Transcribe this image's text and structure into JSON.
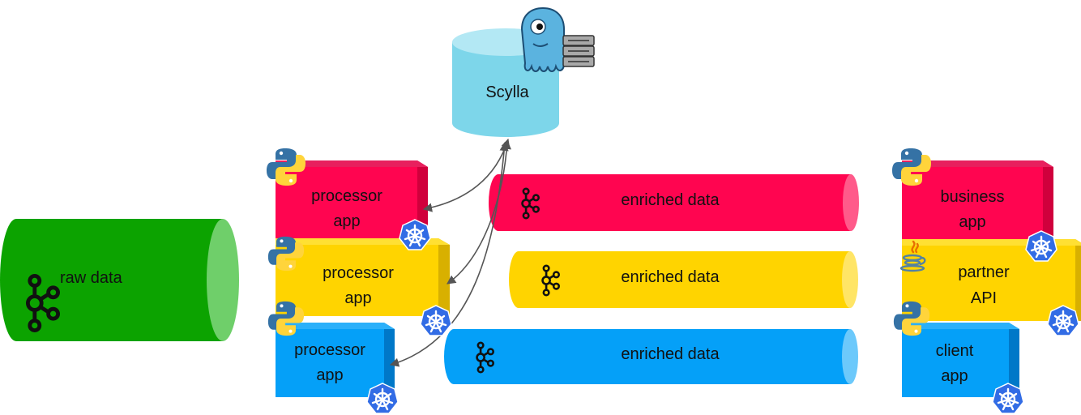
{
  "colors": {
    "raw": "#0ca300",
    "raw_cap": "#6fcf6a",
    "red": "#ff0550",
    "red_cap": "#ff5a8a",
    "red_side": "#d0003c",
    "yellow": "#ffd400",
    "yellow_cap": "#ffe566",
    "yellow_side": "#d8b000",
    "blue": "#05a0f8",
    "blue_cap": "#6cc9fb",
    "blue_side": "#0078c8",
    "db": "#7dd6ea",
    "db_top": "#b3e8f4",
    "k8s": "#326ce5",
    "python_blue": "#3572a5",
    "python_yellow": "#ffd43b",
    "arrow": "#555555"
  },
  "database": {
    "label": "Scylla",
    "icon": "scylla-mascot-icon"
  },
  "raw_topic": {
    "label": "raw data",
    "icon": "kafka-icon"
  },
  "topics": [
    {
      "label": "enriched data",
      "icon": "kafka-icon",
      "color": "red"
    },
    {
      "label": "enriched data",
      "icon": "kafka-icon",
      "color": "yellow"
    },
    {
      "label": "enriched data",
      "icon": "kafka-icon",
      "color": "blue"
    }
  ],
  "processors": [
    {
      "line1": "processor",
      "line2": "app",
      "icon": "python-icon",
      "badge": "kubernetes-icon",
      "color": "red"
    },
    {
      "line1": "processor",
      "line2": "app",
      "icon": "python-icon",
      "badge": "kubernetes-icon",
      "color": "yellow"
    },
    {
      "line1": "processor",
      "line2": "app",
      "icon": "python-icon",
      "badge": "kubernetes-icon",
      "color": "blue"
    }
  ],
  "consumers": [
    {
      "line1": "business",
      "line2": "app",
      "icon": "python-icon",
      "badge": "kubernetes-icon",
      "color": "red"
    },
    {
      "line1": "partner",
      "line2": "API",
      "icon": "java-icon",
      "badge": "kubernetes-icon",
      "color": "yellow"
    },
    {
      "line1": "client",
      "line2": "app",
      "icon": "python-icon",
      "badge": "kubernetes-icon",
      "color": "blue"
    }
  ]
}
